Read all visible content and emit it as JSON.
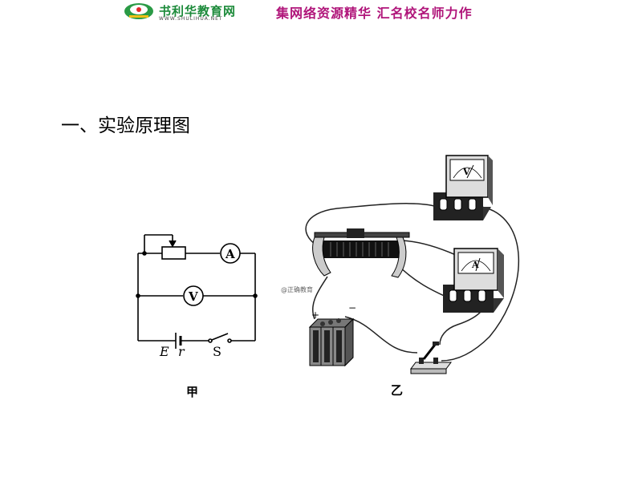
{
  "header": {
    "brand": "书利华教育网",
    "brand_url": "WWW.SHULIHUA.NET",
    "slogan": "集网络资源精华  汇名校名师力作",
    "colors": {
      "brand": "#1c8a3a",
      "slogan": "#b0157a"
    }
  },
  "section_title": "一、实验原理图",
  "diagram_a": {
    "caption": "甲",
    "labels": {
      "ammeter": "A",
      "voltmeter": "V",
      "emf": "E",
      "internal_resistance": "r",
      "switch": "S"
    }
  },
  "diagram_b": {
    "caption": "乙",
    "labels": {
      "voltmeter": "V",
      "ammeter": "A",
      "plus": "+",
      "minus": "−"
    }
  },
  "watermark": "@正确教育"
}
